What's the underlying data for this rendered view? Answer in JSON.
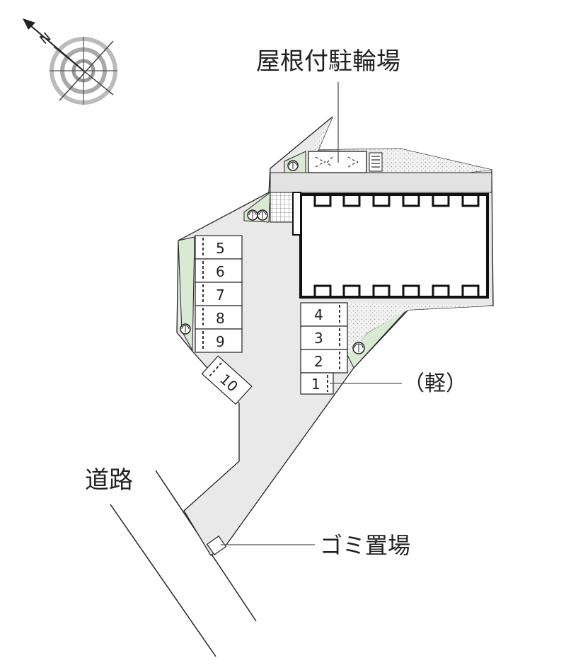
{
  "labels": {
    "bicycle_parking": "屋根付駐輪場",
    "kei_car": "（軽）",
    "road": "道路",
    "garbage": "ゴミ置場"
  },
  "compass": {
    "north_letter": "N"
  },
  "parking": {
    "left_spaces": [
      "5",
      "6",
      "7",
      "8",
      "9"
    ],
    "right_spaces": [
      "4",
      "3",
      "2",
      "1"
    ],
    "angled_space": "10"
  },
  "colors": {
    "lot_gray": "#e9e9e9",
    "green_strip": "#d8ead2",
    "speckle": "#ededed",
    "line": "#222222"
  }
}
